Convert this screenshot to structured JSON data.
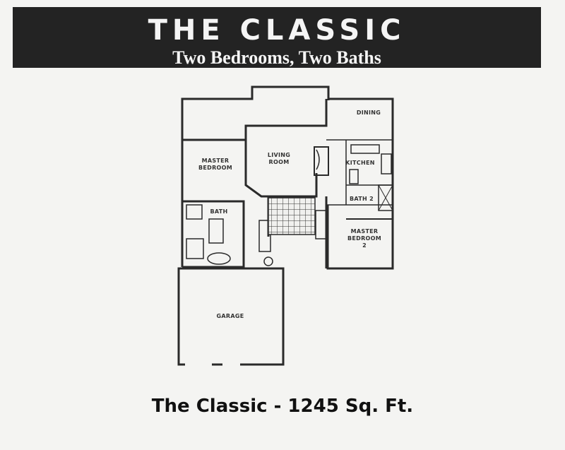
{
  "header": {
    "title": "THE CLASSIC",
    "subtitle": "Two Bedrooms, Two Baths"
  },
  "rooms": {
    "dining": "DINING",
    "living_line1": "LIVING",
    "living_line2": "ROOM",
    "master_line1": "MASTER",
    "master_line2": "BEDROOM",
    "kitchen": "KITCHEN",
    "bath2": "BATH 2",
    "bed2_line1": "MASTER",
    "bed2_line2": "BEDROOM",
    "bed2_line3": "2",
    "master_bath": "BATH",
    "garage": "GARAGE"
  },
  "footer": {
    "caption": "The Classic - 1245 Sq. Ft."
  },
  "colors": {
    "banner": "#232323",
    "wall": "#2a2a2a",
    "paper": "#f4f4f2"
  }
}
